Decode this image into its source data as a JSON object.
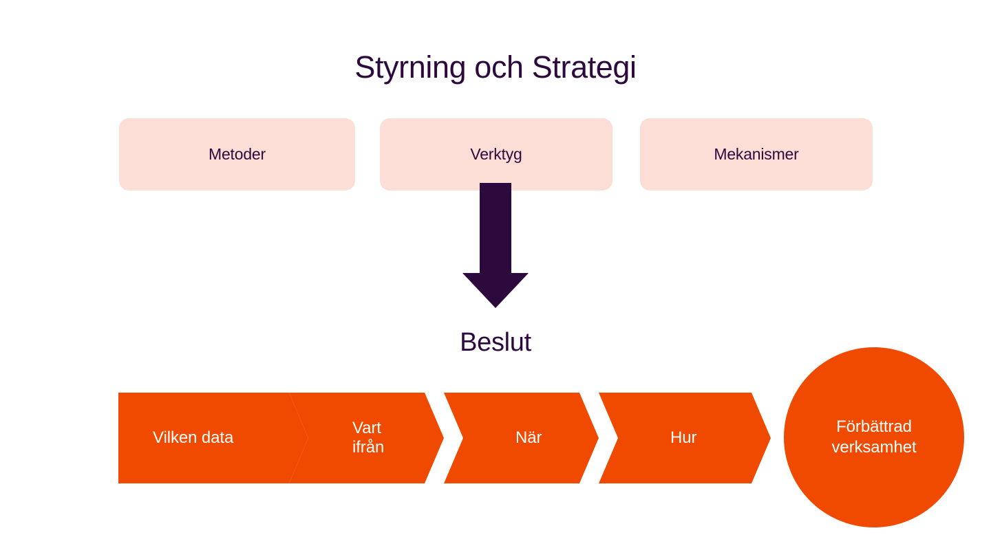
{
  "diagram": {
    "title": "Styrning och Strategi",
    "mid_label": "Beslut",
    "colors": {
      "title_purple": "#2D0A3D",
      "pill_pink": "#FCDED6",
      "arrow_purple": "#2D0A3D",
      "process_orange": "#EF4A00",
      "process_text": "#FFFFFF",
      "background": "#FFFFFF"
    },
    "top_boxes": [
      {
        "label": "Metoder"
      },
      {
        "label": "Verktyg"
      },
      {
        "label": "Mekanismer"
      }
    ],
    "connector": {
      "icon": "down-arrow-icon",
      "from": "Verktyg",
      "to": "Beslut"
    },
    "process_steps": [
      {
        "label": "Vilken data",
        "shape": "chevron"
      },
      {
        "label": "Vart\nifrån",
        "line1": "Vart",
        "line2": "ifrån",
        "shape": "chevron"
      },
      {
        "label": "När",
        "shape": "chevron"
      },
      {
        "label": "Hur",
        "shape": "chevron"
      }
    ],
    "outcome": {
      "line1": "Förbättrad",
      "line2": "verksamhet",
      "shape": "circle"
    }
  }
}
